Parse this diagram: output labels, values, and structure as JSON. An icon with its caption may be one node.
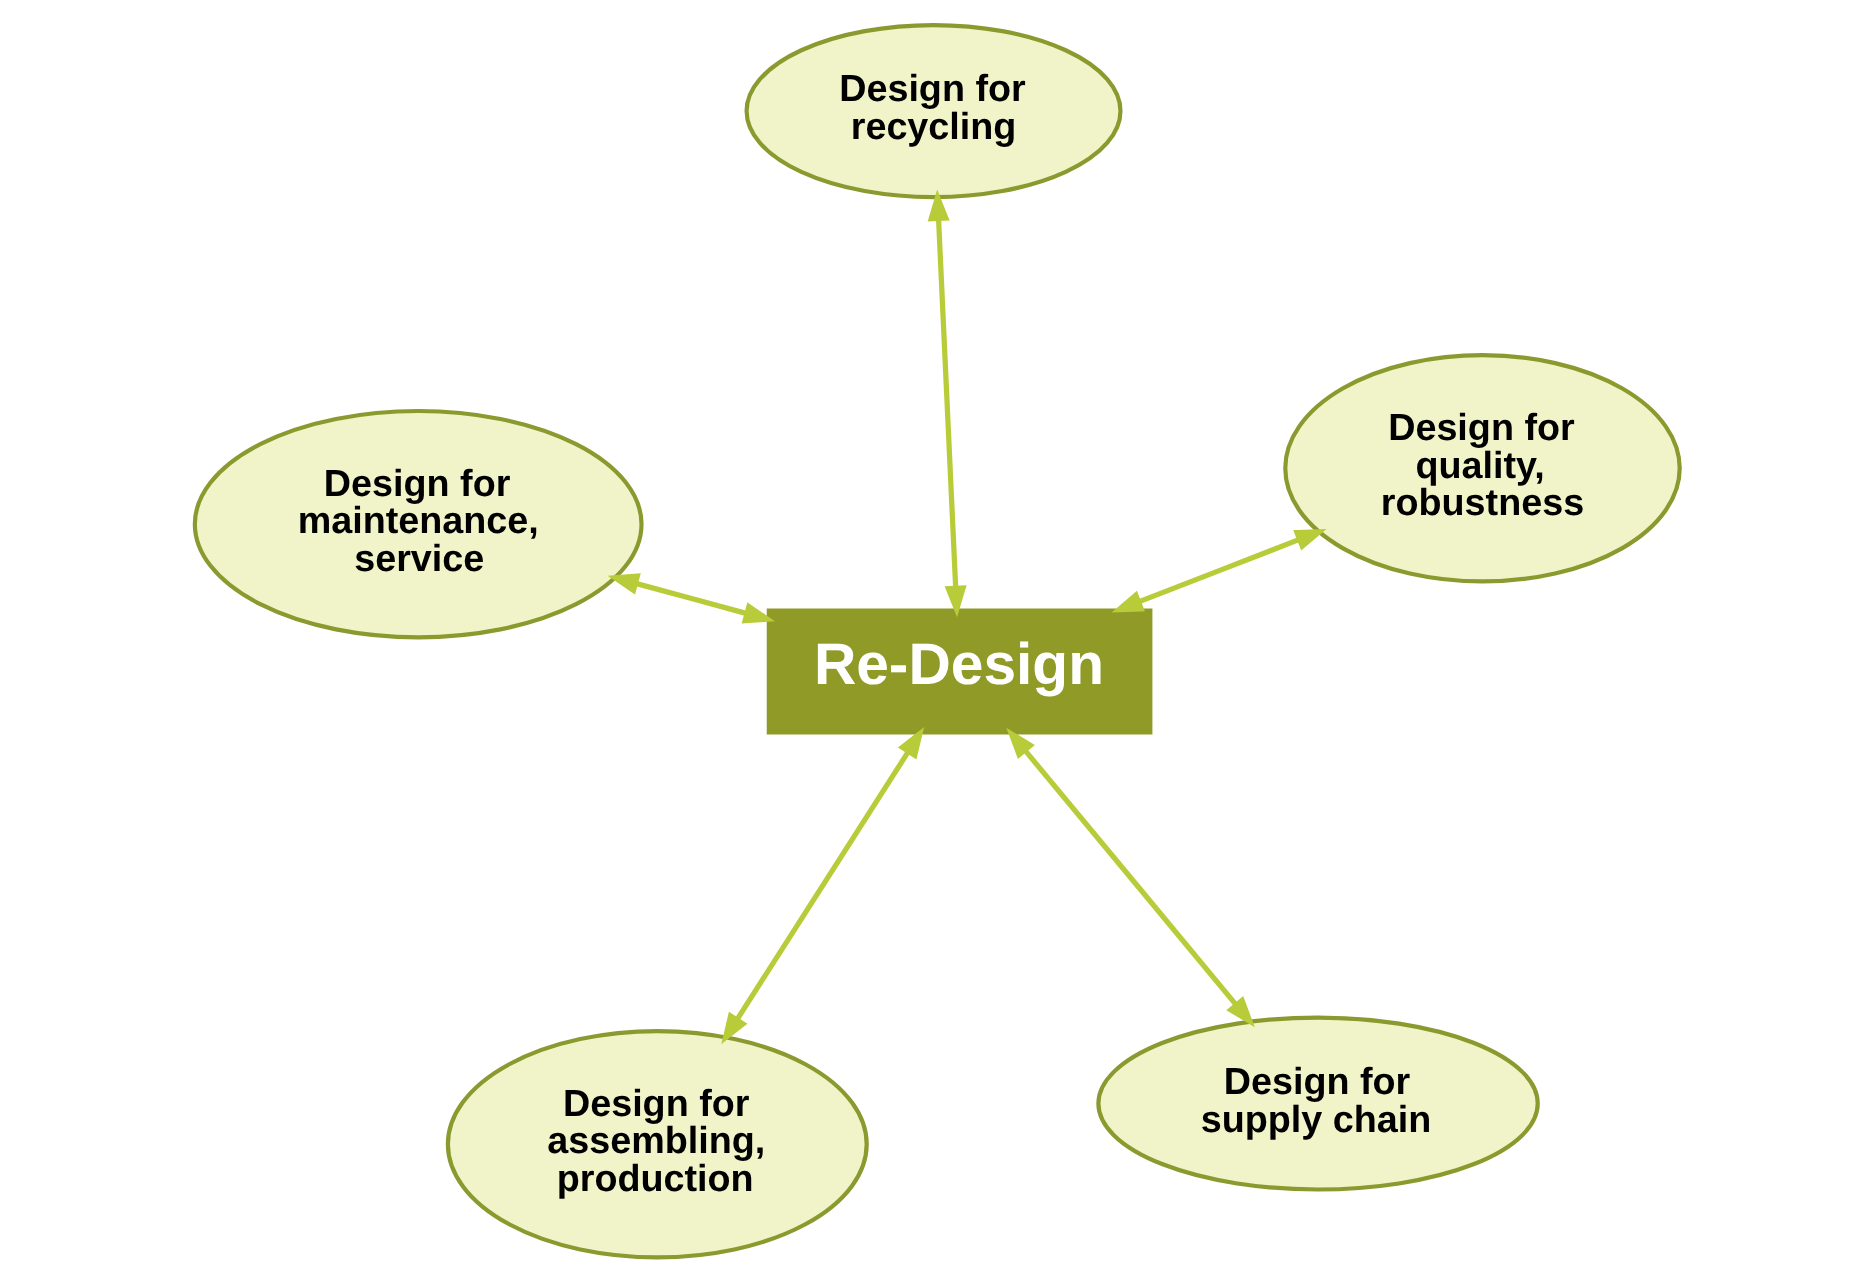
{
  "diagram": {
    "nodes": [
      {
        "text": [
          "Re-Design"
        ]
      },
      {
        "text": [
          "Design for supply chain"
        ]
      },
      {
        "text": [
          "Design for assembling, production"
        ]
      },
      {
        "text": [
          "Design for maintenance, service"
        ]
      },
      {
        "text": [
          "Design for quality, robustness"
        ]
      },
      {
        "text": [
          "Design for recycling"
        ]
      }
    ],
    "edges": [
      {
        "from": 1,
        "to": 0,
        "arrow": "both"
      },
      {
        "from": 2,
        "to": 0,
        "arrow": "both"
      },
      {
        "from": 3,
        "to": 0,
        "arrow": "both"
      },
      {
        "from": 4,
        "to": 0,
        "arrow": "both"
      },
      {
        "from": 5,
        "to": 0,
        "arrow": "both"
      }
    ]
  }
}
